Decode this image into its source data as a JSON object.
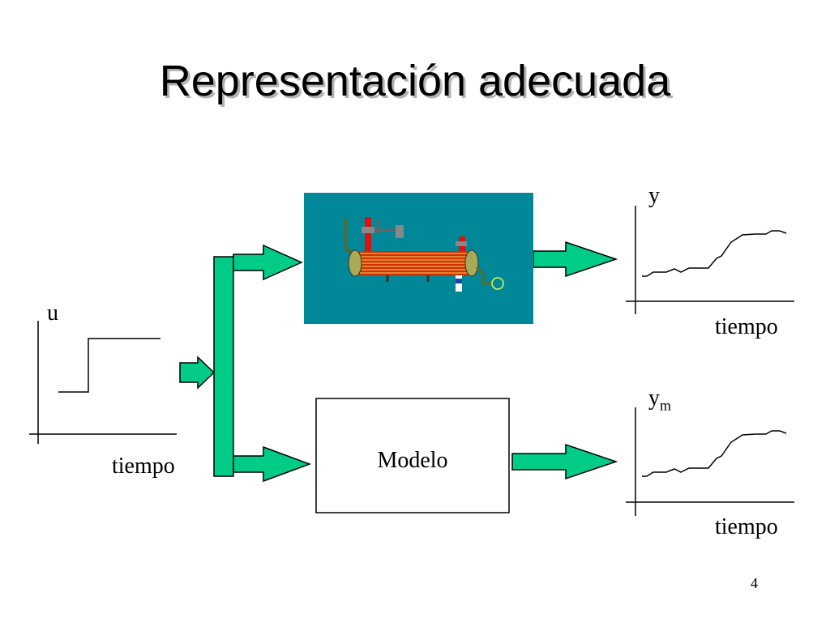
{
  "slide": {
    "title": "Representación adecuada",
    "page_number": "4"
  },
  "input_plot": {
    "axis_label": "u",
    "time_label": "tiempo"
  },
  "plant_output_plot": {
    "axis_label": "y",
    "time_label": "tiempo"
  },
  "model_output_plot": {
    "axis_label": "y",
    "axis_subscript": "m",
    "time_label": "tiempo"
  },
  "model_block": {
    "label": "Modelo"
  },
  "colors": {
    "arrow_fill": "#00cc88",
    "plant_panel": "#008899",
    "vessel": "#cc3300",
    "text": "#000000"
  },
  "icons": [
    "heat-exchanger-illustration",
    "block-arrow"
  ]
}
